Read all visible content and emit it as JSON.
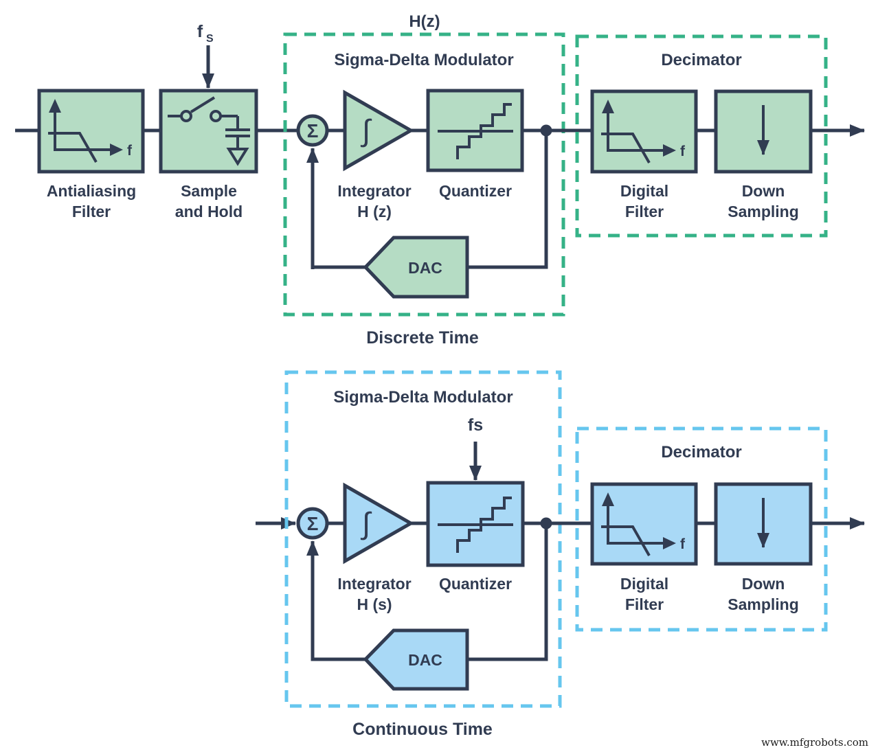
{
  "watermark": "www.mfgrobots.com",
  "glyphs": {
    "sigma": "Σ",
    "integral": "∫",
    "freq": "f"
  },
  "colors": {
    "outline": "#313c52",
    "discrete_fill": "#b5dcc4",
    "discrete_dash": "#35b287",
    "continuous_fill": "#a9d9f6",
    "continuous_dash": "#66c6ee",
    "background": "#ffffff"
  },
  "discrete": {
    "sample_clock": {
      "base": "f",
      "subscript": "S"
    },
    "transfer_function": "H(z)",
    "modulator_title": "Sigma-Delta Modulator",
    "decimator_title": "Decimator",
    "antialiasing_label": [
      "Antialiasing",
      "Filter"
    ],
    "sample_hold_label": [
      "Sample",
      "and Hold"
    ],
    "integrator_label": [
      "Integrator",
      "H (z)"
    ],
    "quantizer_label": "Quantizer",
    "dac_label": "DAC",
    "digital_filter_label": [
      "Digital",
      "Filter"
    ],
    "down_sampling_label": [
      "Down",
      "Sampling"
    ],
    "caption": "Discrete Time"
  },
  "continuous": {
    "sample_clock": "fs",
    "modulator_title": "Sigma-Delta Modulator",
    "decimator_title": "Decimator",
    "integrator_label": [
      "Integrator",
      "H (s)"
    ],
    "quantizer_label": "Quantizer",
    "dac_label": "DAC",
    "digital_filter_label": [
      "Digital",
      "Filter"
    ],
    "down_sampling_label": [
      "Down",
      "Sampling"
    ],
    "caption": "Continuous Time"
  }
}
